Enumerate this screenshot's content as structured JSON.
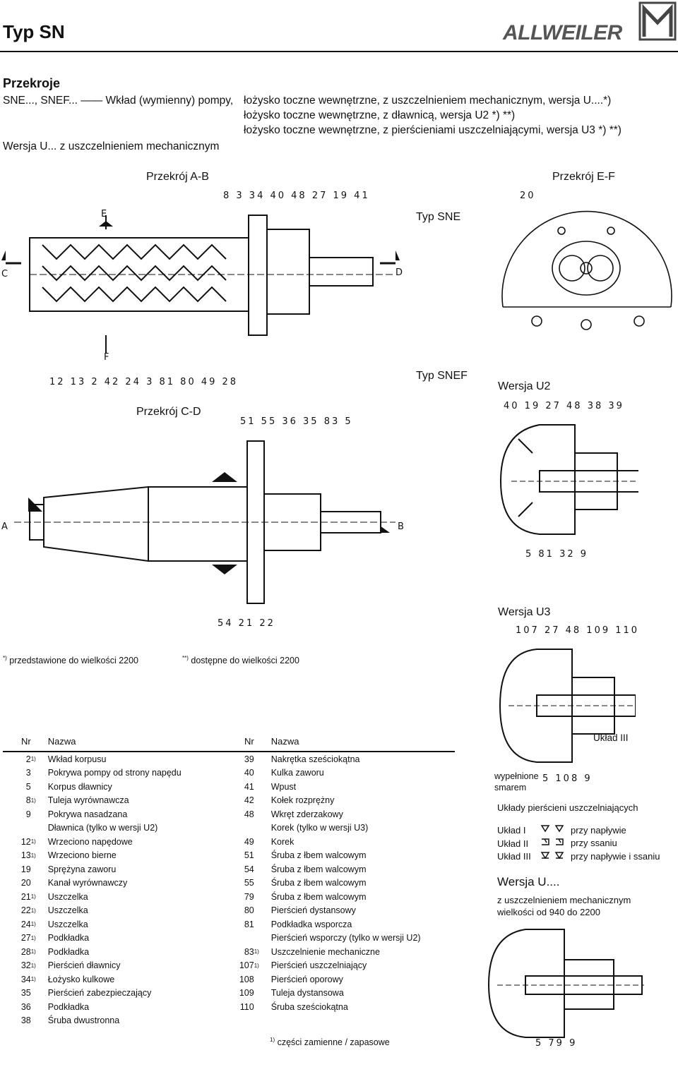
{
  "header": {
    "title": "Typ SN",
    "logo": "ALLWEILER"
  },
  "section": {
    "title": "Przekroje",
    "intro_lead": "SNE..., SNEF... ——  Wkład (wymienny) pompy,",
    "intro_line1": "łożysko toczne wewnętrzne, z uszczelnieniem mechanicznym, wersja U....*)",
    "intro_line2": "łożysko toczne wewnętrzne, z dławnicą, wersja U2 *) **)",
    "intro_line3": "łożysko toczne wewnętrzne, z pierścieniami uszczelniającymi, wersja U3 *) **)",
    "wersja_line": "Wersja U... z uszczelnieniem mechanicznym"
  },
  "figures": {
    "przekroj_ab": "Przekrój A-B",
    "przekroj_ef": "Przekrój E-F",
    "typ_sne": "Typ SNE",
    "typ_snef": "Typ SNEF",
    "wersja_u2": "Wersja U2",
    "przekroj_cd": "Przekrój C-D",
    "wersja_u3": "Wersja U3",
    "uklad_iii": "Układ III",
    "wypelnione": "wypełnione",
    "smarem": "smarem",
    "callouts_ab_top": "8   3  34  40  48  27  19  41",
    "callouts_ab_bottom": "12  13     2        42  24   3   81  80  49  28",
    "callouts_ef": "20",
    "callouts_cd_top": "51  55  36  35  83  5",
    "callouts_cd_bottom": "54  21    22",
    "callouts_u2_top": "40  19  27  48  38  39",
    "callouts_u2_bottom": "5   81  32   9",
    "callouts_u3_top": "107  27  48  109  110",
    "callouts_u3_bottom": "5  108   9",
    "callouts_uu_bottom": "5  79   9",
    "mark_a": "A",
    "mark_b": "B",
    "mark_c": "C",
    "mark_d": "D",
    "mark_e": "E",
    "mark_f": "F"
  },
  "footnotes": {
    "star_marker": "*)",
    "star": "przedstawione do wielkości 2200",
    "dstar_marker": "**)",
    "dstar": "dostępne do wielkości 2200",
    "one_marker": "1)",
    "one": "części zamienne / zapasowe"
  },
  "seal_info": {
    "heading": "Układy pierścieni uszczelniających",
    "rows": [
      {
        "name": "Układ I",
        "desc": "przy napływie"
      },
      {
        "name": "Układ II",
        "desc": "przy ssaniu"
      },
      {
        "name": "Układ III",
        "desc": "przy napływie i ssaniu"
      }
    ],
    "wersja_title": "Wersja U....",
    "wersja_desc1": "z uszczelnieniem mechanicznym",
    "wersja_desc2": "wielkości od 940 do 2200"
  },
  "parts_table": {
    "col_nr": "Nr",
    "col_name": "Nazwa",
    "left": [
      {
        "nr": "2",
        "fn": "1)",
        "name": "Wkład korpusu"
      },
      {
        "nr": "3",
        "fn": "",
        "name": "Pokrywa pompy od strony napędu"
      },
      {
        "nr": "5",
        "fn": "",
        "name": "Korpus dławnicy"
      },
      {
        "nr": "8",
        "fn": "1)",
        "name": "Tuleja wyrównawcza"
      },
      {
        "nr": "9",
        "fn": "",
        "name": "Pokrywa nasadzana"
      },
      {
        "nr": "",
        "fn": "",
        "name": "Dławnica (tylko w wersji U2)"
      },
      {
        "nr": "12",
        "fn": "1)",
        "name": "Wrzeciono napędowe"
      },
      {
        "nr": "13",
        "fn": "1)",
        "name": "Wrzeciono bierne"
      },
      {
        "nr": "19",
        "fn": "",
        "name": "Sprężyna zaworu"
      },
      {
        "nr": "20",
        "fn": "",
        "name": "Kanał wyrównawczy"
      },
      {
        "nr": "21",
        "fn": "1)",
        "name": "Uszczelka"
      },
      {
        "nr": "22",
        "fn": "1)",
        "name": "Uszczelka"
      },
      {
        "nr": "24",
        "fn": "1)",
        "name": "Uszczelka"
      },
      {
        "nr": "27",
        "fn": "1)",
        "name": "Podkładka"
      },
      {
        "nr": "28",
        "fn": "1)",
        "name": "Podkładka"
      },
      {
        "nr": "32",
        "fn": "1)",
        "name": "Pierścień dławnicy"
      },
      {
        "nr": "34",
        "fn": "1)",
        "name": "Łożysko kulkowe"
      },
      {
        "nr": "35",
        "fn": "",
        "name": "Pierścień zabezpieczający"
      },
      {
        "nr": "36",
        "fn": "",
        "name": "Podkładka"
      },
      {
        "nr": "38",
        "fn": "",
        "name": "Śruba dwustronna"
      }
    ],
    "right": [
      {
        "nr": "39",
        "fn": "",
        "name": "Nakrętka sześciokątna"
      },
      {
        "nr": "40",
        "fn": "",
        "name": "Kulka zaworu"
      },
      {
        "nr": "41",
        "fn": "",
        "name": "Wpust"
      },
      {
        "nr": "42",
        "fn": "",
        "name": "Kołek rozprężny"
      },
      {
        "nr": "48",
        "fn": "",
        "name": "Wkręt zderzakowy"
      },
      {
        "nr": "",
        "fn": "",
        "name": "Korek (tylko w wersji U3)"
      },
      {
        "nr": "49",
        "fn": "",
        "name": "Korek"
      },
      {
        "nr": "51",
        "fn": "",
        "name": "Śruba z łbem walcowym"
      },
      {
        "nr": "54",
        "fn": "",
        "name": "Śruba z łbem walcowym"
      },
      {
        "nr": "55",
        "fn": "",
        "name": "Śruba z łbem walcowym"
      },
      {
        "nr": "79",
        "fn": "",
        "name": "Śruba z łbem walcowym"
      },
      {
        "nr": "80",
        "fn": "",
        "name": "Pierścień dystansowy"
      },
      {
        "nr": "81",
        "fn": "",
        "name": "Podkładka wsporcza"
      },
      {
        "nr": "",
        "fn": "",
        "name": "Pierścień wsporczy (tylko w wersji U2)"
      },
      {
        "nr": "83",
        "fn": "1)",
        "name": "Uszczelnienie mechaniczne"
      },
      {
        "nr": "107",
        "fn": "1)",
        "name": "Pierścień uszczelniający"
      },
      {
        "nr": "108",
        "fn": "",
        "name": "Pierścień oporowy"
      },
      {
        "nr": "109",
        "fn": "",
        "name": "Tuleja dystansowa"
      },
      {
        "nr": "110",
        "fn": "",
        "name": "Śruba sześciokątna"
      }
    ]
  }
}
